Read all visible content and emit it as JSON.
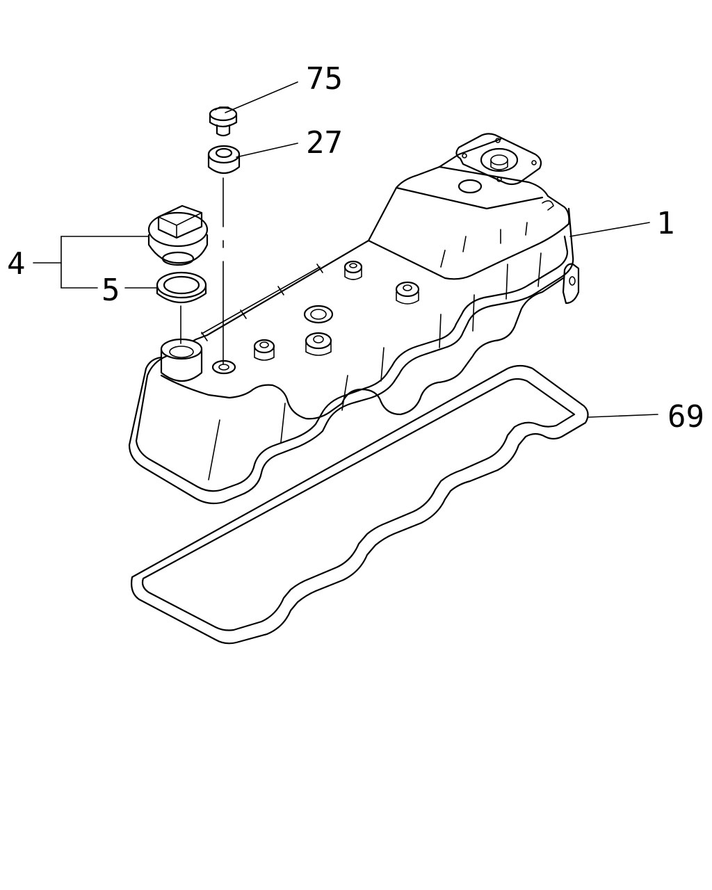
{
  "callouts": [
    {
      "id": "75",
      "label": "75"
    },
    {
      "id": "27",
      "label": "27"
    },
    {
      "id": "1",
      "label": "1"
    },
    {
      "id": "4",
      "label": "4"
    },
    {
      "id": "5",
      "label": "5"
    },
    {
      "id": "69",
      "label": "69"
    }
  ],
  "colors": {
    "line": "#000000",
    "background": "#ffffff"
  }
}
